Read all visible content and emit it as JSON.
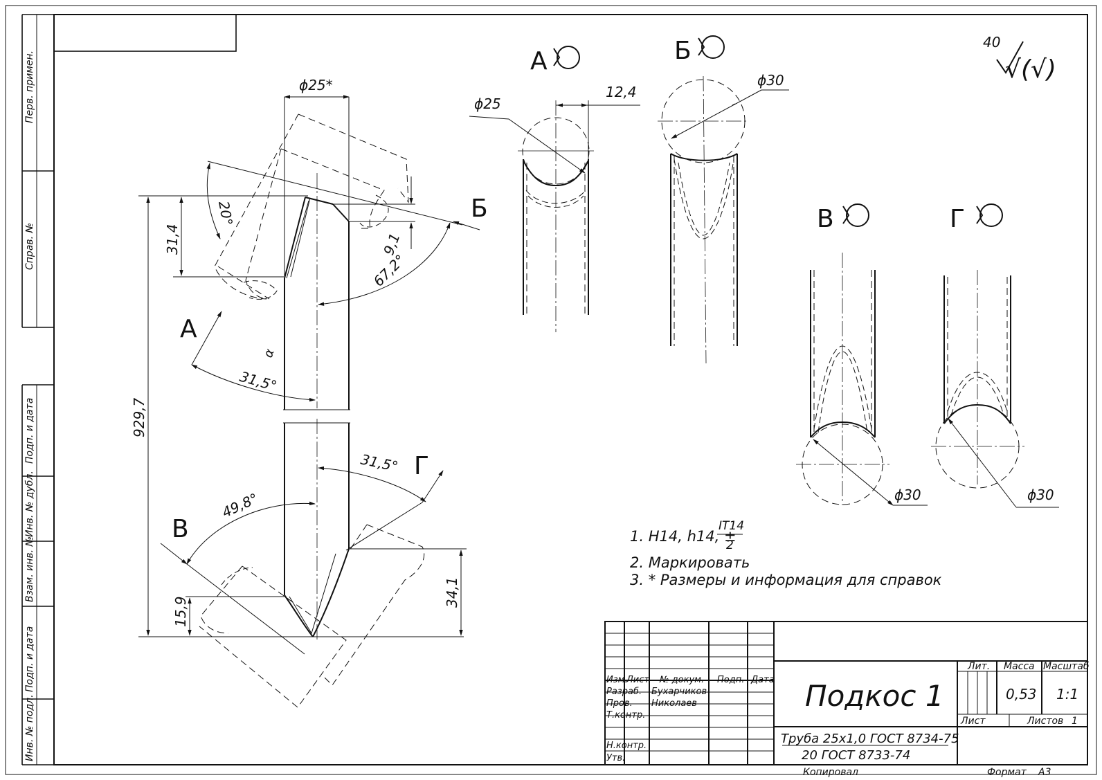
{
  "side_stamps": {
    "perv_primen": "Перв. примен.",
    "sprav_no": "Справ. №",
    "podp_data_1": "Подп. и дата",
    "inv_dubl": "Инв. № дубл.",
    "vzam_inv": "Взам. инв. №",
    "podp_data_2": "Подп. и дата",
    "inv_podl": "Инв. № подл."
  },
  "roughness": {
    "value": "40",
    "symbol": "√(√)"
  },
  "views": {
    "A": {
      "label": "А",
      "dim_diam": "ϕ25",
      "dim_offset": "12,4"
    },
    "B": {
      "label": "Б",
      "dim_diam": "ϕ30"
    },
    "V": {
      "label": "В",
      "dim_diam": "ϕ30"
    },
    "G": {
      "label": "Г",
      "dim_diam": "ϕ30"
    }
  },
  "main_dims": {
    "d25": "ϕ25*",
    "angle20": "20°",
    "l314": "31,4",
    "l91": "9,1",
    "a672": "67,2°",
    "a315_top": "31,5°",
    "len": "929,7",
    "a315_bot": "31,5°",
    "a498": "49,8°",
    "l159": "15,9",
    "l341": "34,1",
    "alpha": "α"
  },
  "arrow_labels": {
    "A": "А",
    "B": "Б",
    "V": "В",
    "G": "Г"
  },
  "notes": {
    "n1_prefix": "1. H14, h14, ±",
    "n1_num": "IT14",
    "n1_den": "2",
    "n2": "2. Маркировать",
    "n3": "3.  * Размеры и информация для справок"
  },
  "title_block": {
    "col_izm": "Изм.",
    "col_list": "Лист",
    "col_dokum": "№ докум.",
    "col_podp": "Подп.",
    "col_data": "Дата",
    "row_razrab": "Разраб.",
    "row_prov": "Пров.",
    "row_tkontr": "Т.контр.",
    "row_nkontr": "Н.контр.",
    "row_utv": "Утв.",
    "razrab_name": "Бухарчиков",
    "prov_name": "Николаев",
    "title": "Подкос 1",
    "material_1": "Труба 25х1,0 ГОСТ 8734-75",
    "material_2": "20 ГОСТ 8733-74",
    "lit": "Лит.",
    "massa": "Масса",
    "masshtab": "Масштаб",
    "massa_val": "0,53",
    "masshtab_val": "1:1",
    "list": "Лист",
    "listov": "Листов",
    "listov_val": "1",
    "kopiroval": "Копировал",
    "format": "Формат",
    "format_val": "А3"
  }
}
